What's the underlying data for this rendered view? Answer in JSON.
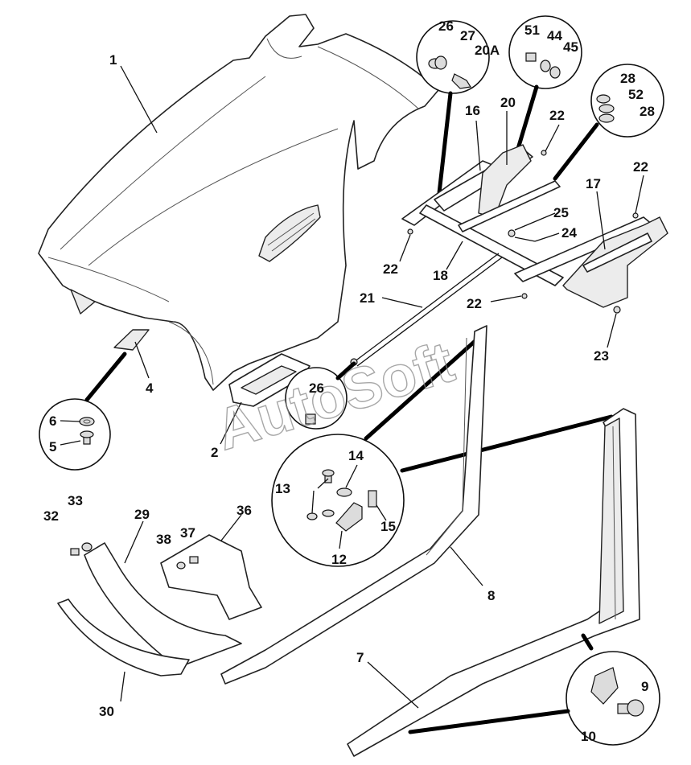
{
  "watermark": "AutoSoft",
  "part_numbers": {
    "p1": "1",
    "p2": "2",
    "p4": "4",
    "p5": "5",
    "p6": "6",
    "p7": "7",
    "p8": "8",
    "p9": "9",
    "p10": "10",
    "p12": "12",
    "p13": "13",
    "p14": "14",
    "p15": "15",
    "p16": "16",
    "p17": "17",
    "p18": "18",
    "p20": "20",
    "p20a": "20A",
    "p21": "21",
    "p22a": "22",
    "p22b": "22",
    "p22c": "22",
    "p22d": "22",
    "p23": "23",
    "p24": "24",
    "p25": "25",
    "p26a": "26",
    "p26b": "26",
    "p27": "27",
    "p28a": "28",
    "p28b": "28",
    "p29": "29",
    "p30": "30",
    "p32": "32",
    "p33": "33",
    "p36": "36",
    "p37": "37",
    "p38": "38",
    "p44": "44",
    "p45": "45",
    "p51": "51",
    "p52": "52"
  }
}
